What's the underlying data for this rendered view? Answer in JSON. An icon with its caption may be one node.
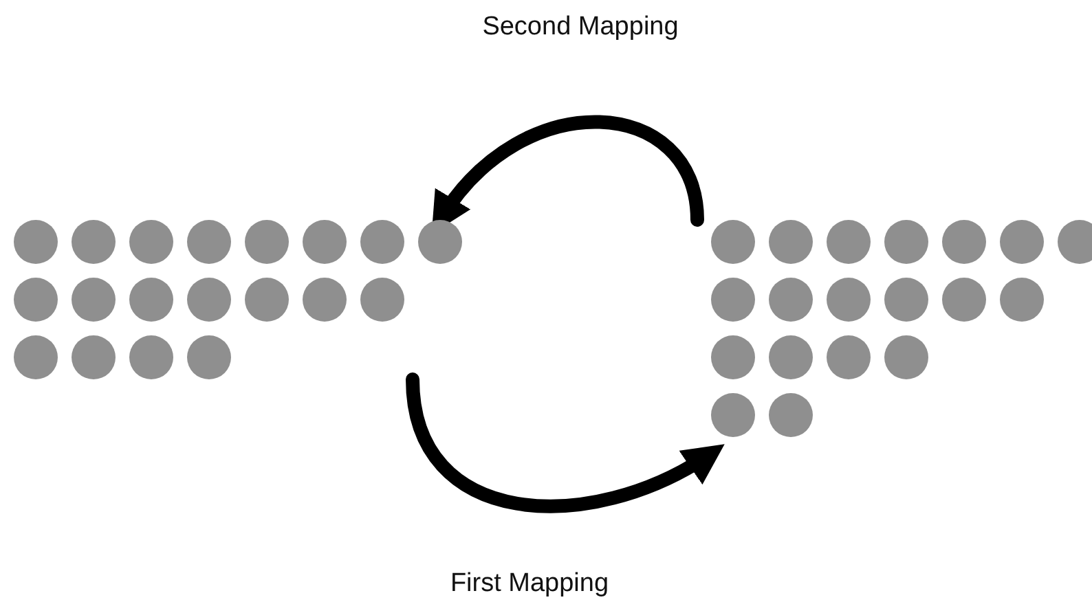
{
  "diagram": {
    "nodes": [
      {
        "text": [],
        "shape": "group"
      },
      {
        "text": [],
        "shape": "circle",
        "in": 0
      },
      {
        "text": [],
        "shape": "circle",
        "in": 0
      },
      {
        "text": [],
        "shape": "circle",
        "in": 0
      },
      {
        "text": [],
        "shape": "circle",
        "in": 0
      },
      {
        "text": [],
        "shape": "circle",
        "in": 0
      },
      {
        "text": [],
        "shape": "circle",
        "in": 0
      },
      {
        "text": [],
        "shape": "circle",
        "in": 0
      },
      {
        "text": [],
        "shape": "circle",
        "in": 0
      },
      {
        "text": [],
        "shape": "circle",
        "in": 0
      },
      {
        "text": [],
        "shape": "circle",
        "in": 0
      },
      {
        "text": [],
        "shape": "circle",
        "in": 0
      },
      {
        "text": [],
        "shape": "circle",
        "in": 0
      },
      {
        "text": [],
        "shape": "circle",
        "in": 0
      },
      {
        "text": [],
        "shape": "circle",
        "in": 0
      },
      {
        "text": [],
        "shape": "circle",
        "in": 0
      },
      {
        "text": [],
        "shape": "circle",
        "in": 0
      },
      {
        "text": [],
        "shape": "circle",
        "in": 0
      },
      {
        "text": [],
        "shape": "circle",
        "in": 0
      },
      {
        "text": [],
        "shape": "circle",
        "in": 0
      },
      {
        "text": [],
        "shape": "group"
      },
      {
        "text": [],
        "shape": "circle",
        "in": 20
      },
      {
        "text": [],
        "shape": "circle",
        "in": 20
      },
      {
        "text": [],
        "shape": "circle",
        "in": 20
      },
      {
        "text": [],
        "shape": "circle",
        "in": 20
      },
      {
        "text": [],
        "shape": "circle",
        "in": 20
      },
      {
        "text": [],
        "shape": "circle",
        "in": 20
      },
      {
        "text": [],
        "shape": "circle",
        "in": 20
      },
      {
        "text": [],
        "shape": "circle",
        "in": 20
      },
      {
        "text": [],
        "shape": "circle",
        "in": 20
      },
      {
        "text": [],
        "shape": "circle",
        "in": 20
      },
      {
        "text": [],
        "shape": "circle",
        "in": 20
      },
      {
        "text": [],
        "shape": "circle",
        "in": 20
      },
      {
        "text": [],
        "shape": "circle",
        "in": 20
      },
      {
        "text": [],
        "shape": "circle",
        "in": 20
      },
      {
        "text": [],
        "shape": "circle",
        "in": 20
      },
      {
        "text": [],
        "shape": "circle",
        "in": 20
      },
      {
        "text": [],
        "shape": "circle",
        "in": 20
      },
      {
        "text": [],
        "shape": "circle",
        "in": 20
      },
      {
        "text": [],
        "shape": "circle",
        "in": 20
      }
    ],
    "edges": [
      {
        "from": 0,
        "to": 20,
        "arrow": "to",
        "label": "First Mapping"
      },
      {
        "from": 20,
        "to": 0,
        "arrow": "to",
        "label": "Second Mapping"
      }
    ]
  }
}
